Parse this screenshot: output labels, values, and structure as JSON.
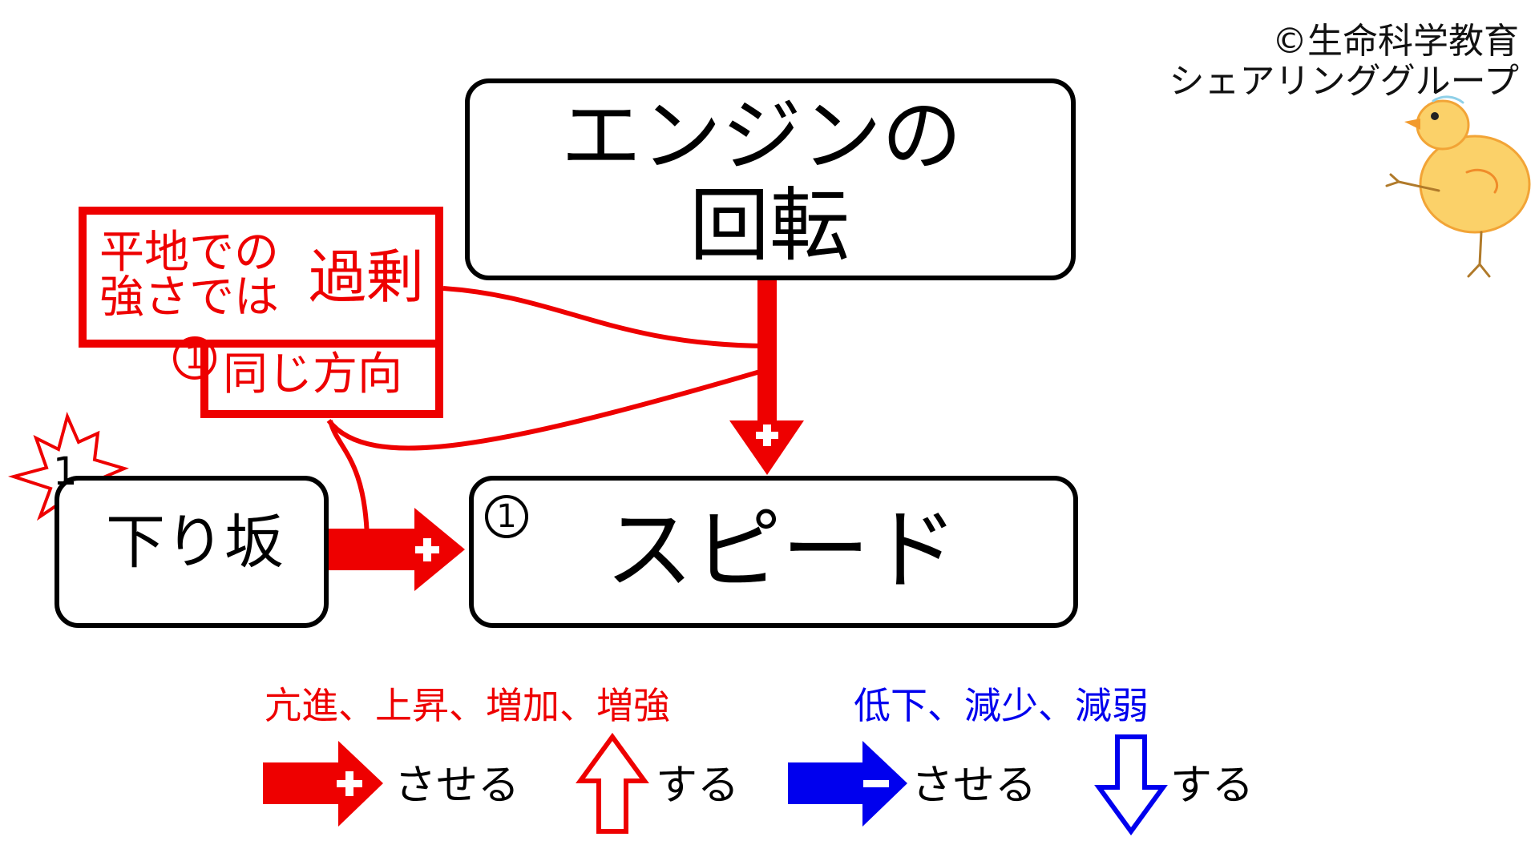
{
  "credit": {
    "line1": "©生命科学教育",
    "line2": "シェアリンググループ"
  },
  "nodes": {
    "engine": {
      "line1": "エンジンの",
      "line2": "回転"
    },
    "downhill": {
      "label": "下り坂",
      "badge": "1"
    },
    "speed": {
      "marker": "1",
      "label": "スピード"
    }
  },
  "annotation": {
    "line1": "平地での",
    "line2": "強さでは",
    "emphasis": "過剰",
    "marker": "1",
    "tail": "同じ方向"
  },
  "legend": {
    "increase_heading": "亢進、上昇、増加、増強",
    "decrease_heading": "低下、減少、減弱",
    "red_arrow_label": "させる",
    "red_up_label": "する",
    "blue_arrow_label": "させる",
    "blue_down_label": "する"
  },
  "colors": {
    "increase": "#ee0000",
    "decrease": "#0000ee",
    "box_border": "#000000"
  },
  "icons": {
    "plus_arrow": "plus-arrow-icon",
    "minus_arrow": "minus-arrow-icon",
    "up_arrow": "up-outline-arrow-icon",
    "down_arrow": "down-outline-arrow-icon",
    "burst": "starburst-icon",
    "chick": "chick-illustration-icon"
  }
}
